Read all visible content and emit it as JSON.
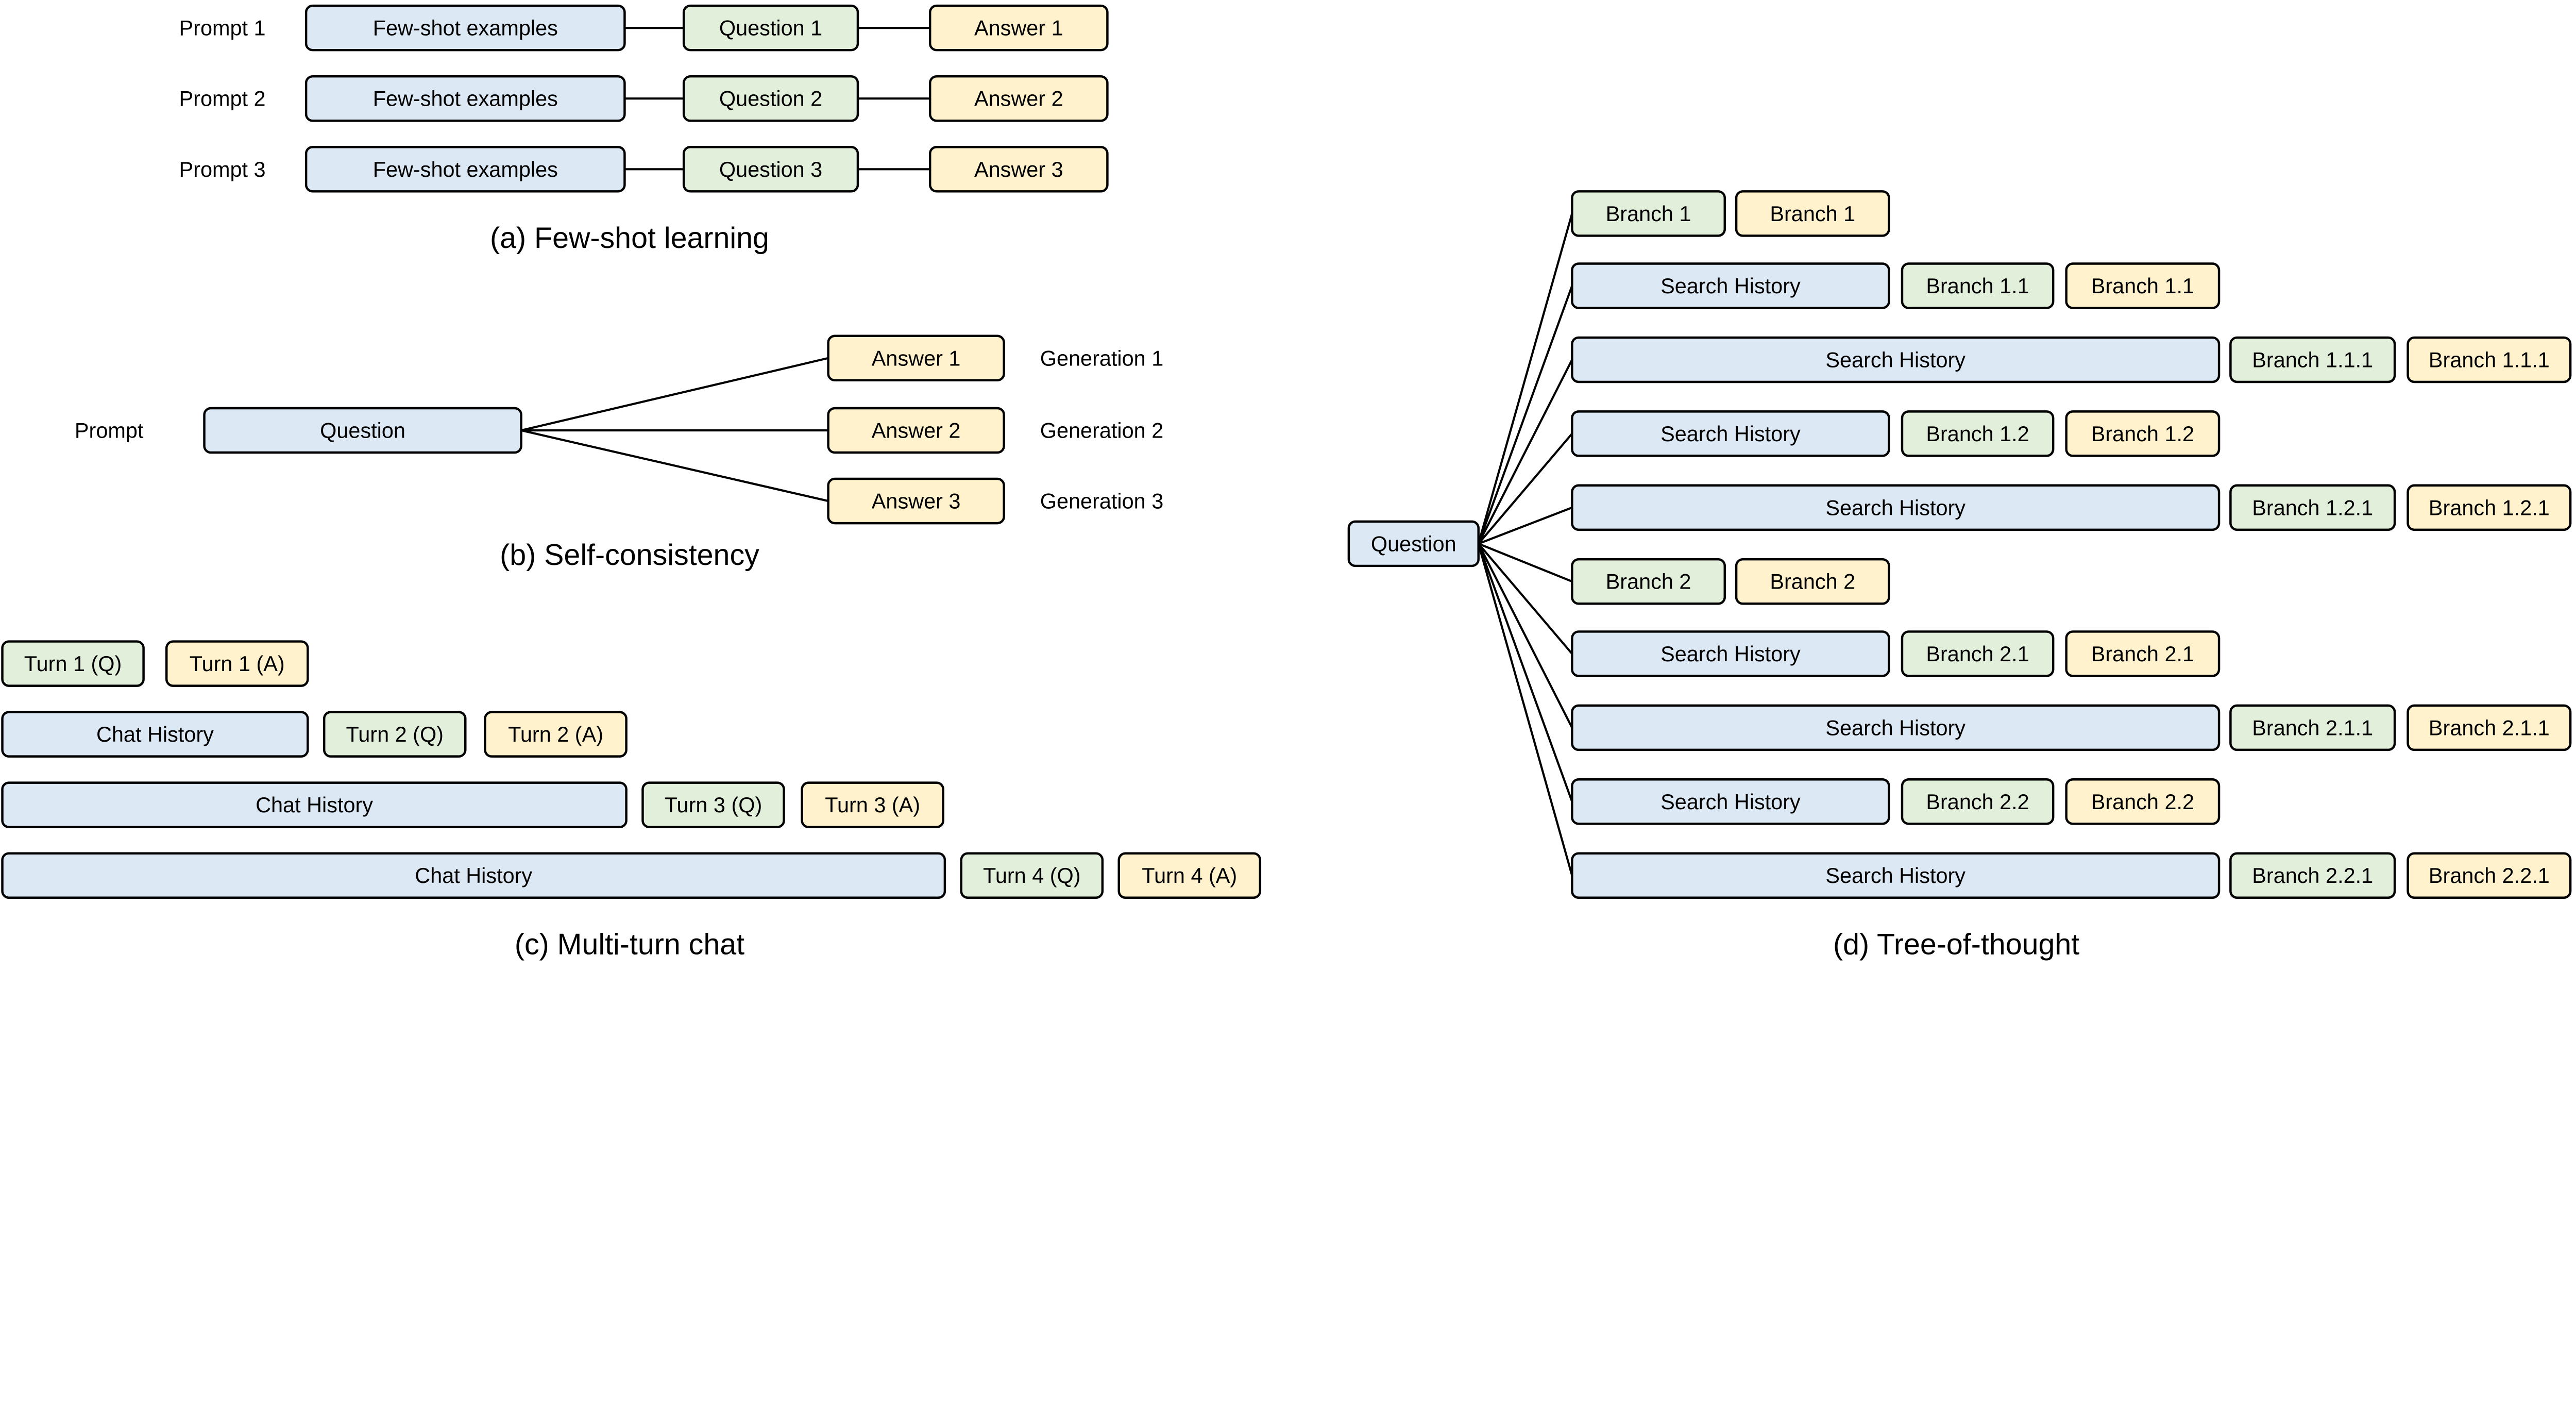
{
  "colors": {
    "context": "#dde8f5",
    "question": "#e2efda",
    "answer": "#fff2cc",
    "stroke": "#000000"
  },
  "few_shot": {
    "caption": "(a) Few-shot learning",
    "rows": [
      {
        "prompt": "Prompt 1",
        "examples": "Few-shot examples",
        "question": "Question 1",
        "answer": "Answer 1"
      },
      {
        "prompt": "Prompt 2",
        "examples": "Few-shot examples",
        "question": "Question 2",
        "answer": "Answer 2"
      },
      {
        "prompt": "Prompt 3",
        "examples": "Few-shot examples",
        "question": "Question 3",
        "answer": "Answer 3"
      }
    ]
  },
  "self_consistency": {
    "caption": "(b) Self-consistency",
    "prompt_label": "Prompt",
    "question": "Question",
    "answers": [
      {
        "answer": "Answer 1",
        "generation": "Generation 1"
      },
      {
        "answer": "Answer 2",
        "generation": "Generation 2"
      },
      {
        "answer": "Answer 3",
        "generation": "Generation 3"
      }
    ]
  },
  "multi_turn": {
    "caption": "(c) Multi-turn chat",
    "rows": [
      {
        "history": null,
        "q": "Turn 1 (Q)",
        "a": "Turn 1 (A)"
      },
      {
        "history": "Chat History",
        "q": "Turn 2 (Q)",
        "a": "Turn 2 (A)"
      },
      {
        "history": "Chat History",
        "q": "Turn 3 (Q)",
        "a": "Turn 3 (A)"
      },
      {
        "history": "Chat History",
        "q": "Turn 4 (Q)",
        "a": "Turn 4 (A)"
      }
    ]
  },
  "tree_of_thought": {
    "caption": "(d) Tree-of-thought",
    "root": "Question",
    "rows": [
      {
        "history": null,
        "branch": "Branch 1",
        "answer": "Branch 1"
      },
      {
        "history": "Search History",
        "branch": "Branch 1.1",
        "answer": "Branch 1.1"
      },
      {
        "history": "Search History",
        "branch": "Branch 1.1.1",
        "answer": "Branch 1.1.1"
      },
      {
        "history": "Search History",
        "branch": "Branch 1.2",
        "answer": "Branch 1.2"
      },
      {
        "history": "Search History",
        "branch": "Branch 1.2.1",
        "answer": "Branch 1.2.1"
      },
      {
        "history": null,
        "branch": "Branch 2",
        "answer": "Branch 2"
      },
      {
        "history": "Search History",
        "branch": "Branch 2.1",
        "answer": "Branch 2.1"
      },
      {
        "history": "Search History",
        "branch": "Branch 2.1.1",
        "answer": "Branch 2.1.1"
      },
      {
        "history": "Search History",
        "branch": "Branch 2.2",
        "answer": "Branch 2.2"
      },
      {
        "history": "Search History",
        "branch": "Branch 2.2.1",
        "answer": "Branch 2.2.1"
      }
    ]
  }
}
